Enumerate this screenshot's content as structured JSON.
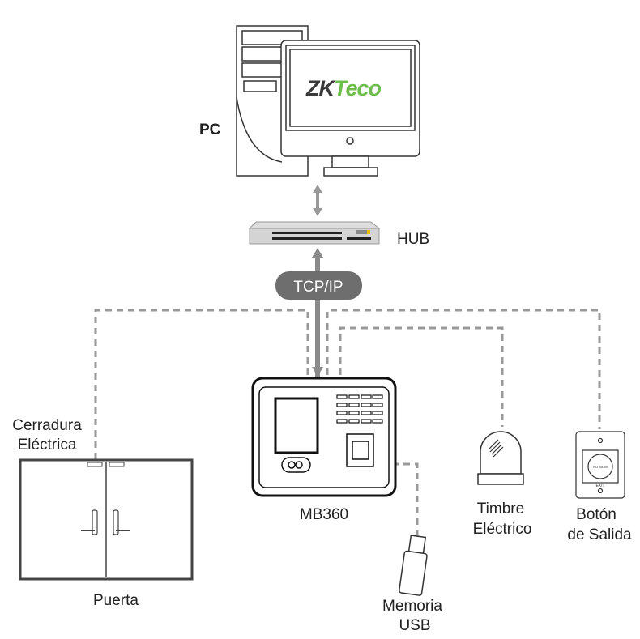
{
  "pc": {
    "label": "PC",
    "logo_dark": "ZK",
    "logo_green": "Teco"
  },
  "hub": {
    "label": "HUB"
  },
  "link": {
    "label": "TCP/IP"
  },
  "device": {
    "label": "MB360"
  },
  "lock": {
    "label_line1": "Cerradura",
    "label_line2": "Eléctrica"
  },
  "door": {
    "label": "Puerta"
  },
  "usb": {
    "label_line1": "Memoria",
    "label_line2": "USB"
  },
  "bell": {
    "label_line1": "Timbre",
    "label_line2": "Eléctrico"
  },
  "exit_button": {
    "label_line1": "Botón",
    "label_line2": "de Salida",
    "face_text": "NO Touch",
    "exit_text": "EXIT"
  },
  "colors": {
    "line": "#999999",
    "pill": "#6e6e6e",
    "logo_green": "#6cc04a",
    "logo_dark": "#3a3a3a"
  }
}
